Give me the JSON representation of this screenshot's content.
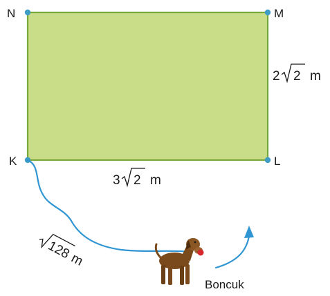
{
  "figure": {
    "vertices": {
      "N": "N",
      "M": "M",
      "K": "K",
      "L": "L"
    },
    "dimensions": {
      "bottom": {
        "coefficient": "3",
        "radicand": "2",
        "unit": "m"
      },
      "right": {
        "coefficient": "2",
        "radicand": "2",
        "unit": "m"
      },
      "leash": {
        "radicand": "128",
        "unit": "m"
      }
    },
    "dog_name": "Boncuk",
    "colors": {
      "rectangle_fill": "#c9dc88",
      "rectangle_stroke": "#76a93a",
      "vertex_dot": "#3f9cc6",
      "leash": "#2f95d3",
      "arrow": "#2f95d3",
      "dog": "#7a4a1c"
    },
    "icons": {
      "dog": "dog-illustration",
      "arrow": "curved-arrow-icon"
    }
  }
}
